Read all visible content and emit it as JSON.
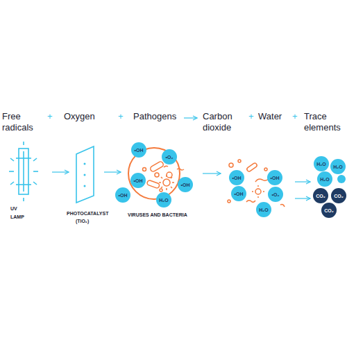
{
  "diagram": {
    "nodes": [
      {
        "text": [
          "•OH"
        ]
      },
      {
        "text": [
          "•O₂"
        ]
      },
      {
        "text": [
          "•OH"
        ]
      },
      {
        "text": [
          "•OH"
        ]
      },
      {
        "text": [
          "•OH"
        ]
      },
      {
        "text": [
          "H₂O"
        ]
      },
      {
        "text": [
          "•OH"
        ]
      },
      {
        "text": [
          "•OH"
        ]
      },
      {
        "text": [
          "•OH"
        ]
      },
      {
        "text": [
          "•O₂"
        ]
      },
      {
        "text": [
          "H₂O"
        ]
      },
      {
        "text": [
          "H₂O"
        ]
      },
      {
        "text": [
          "H₂O"
        ]
      },
      {
        "text": [
          "H₂O"
        ]
      },
      {
        "text": [
          "CO₂"
        ]
      },
      {
        "text": [
          "CO₂"
        ]
      },
      {
        "text": [
          "CO₂"
        ]
      }
    ],
    "labels": [
      "Free radicals",
      "+",
      "Oxygen",
      "+",
      "Pathogens",
      "Carbon dioxide",
      "+",
      "Water",
      "+",
      "Trace elements",
      "UV",
      "LAMP",
      "PHOTOCATALYST",
      "(TiO₂)",
      "VIRUSES AND BACTERIA"
    ]
  }
}
